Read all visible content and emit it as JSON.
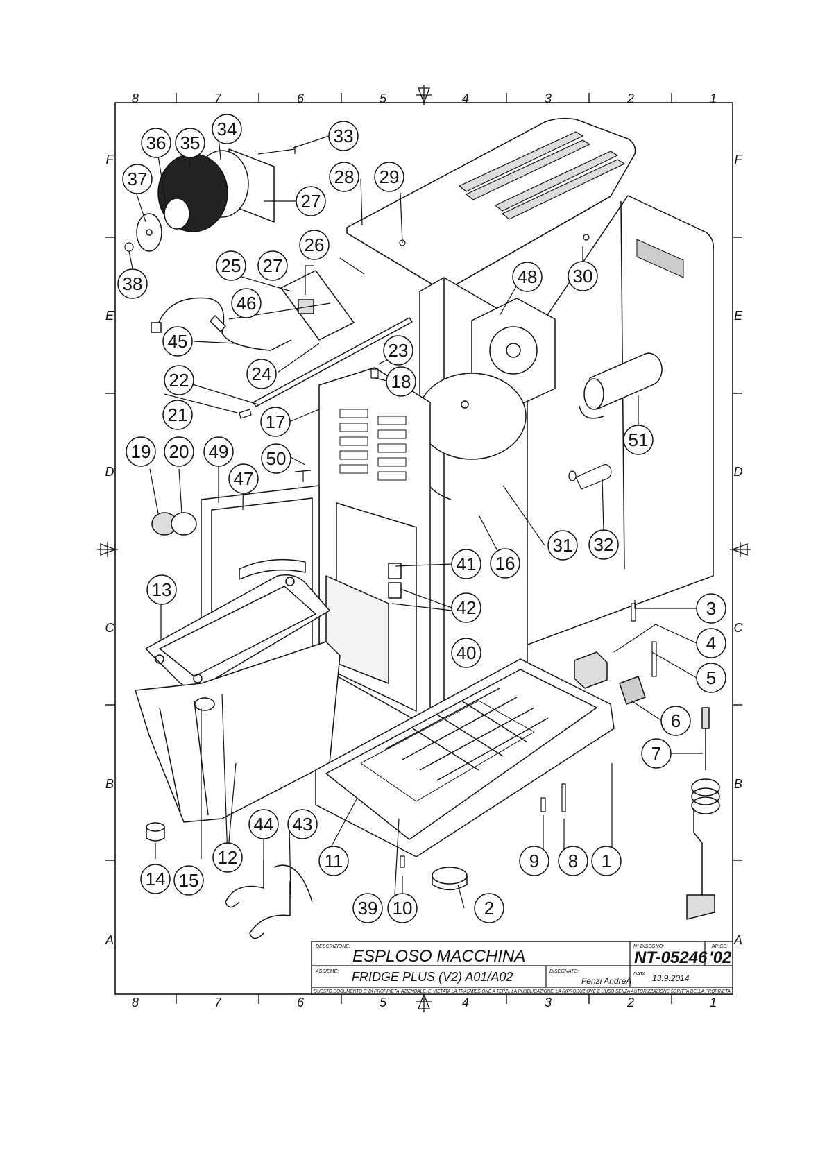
{
  "grid": {
    "columns_top": [
      "8",
      "7",
      "6",
      "5",
      "4",
      "3",
      "2",
      "1"
    ],
    "columns_bottom": [
      "8",
      "7",
      "6",
      "5",
      "4",
      "3",
      "2",
      "1"
    ],
    "rows_left": [
      "F",
      "E",
      "D",
      "C",
      "B",
      "A"
    ],
    "rows_right": [
      "F",
      "E",
      "D",
      "C",
      "B",
      "A"
    ]
  },
  "callouts": [
    {
      "n": "1"
    },
    {
      "n": "2"
    },
    {
      "n": "3"
    },
    {
      "n": "4"
    },
    {
      "n": "5"
    },
    {
      "n": "6"
    },
    {
      "n": "7"
    },
    {
      "n": "8"
    },
    {
      "n": "9"
    },
    {
      "n": "10"
    },
    {
      "n": "11"
    },
    {
      "n": "12"
    },
    {
      "n": "13"
    },
    {
      "n": "14"
    },
    {
      "n": "15"
    },
    {
      "n": "16"
    },
    {
      "n": "17"
    },
    {
      "n": "18"
    },
    {
      "n": "19"
    },
    {
      "n": "20"
    },
    {
      "n": "21"
    },
    {
      "n": "22"
    },
    {
      "n": "23"
    },
    {
      "n": "24"
    },
    {
      "n": "25"
    },
    {
      "n": "26"
    },
    {
      "n": "27"
    },
    {
      "n": "27"
    },
    {
      "n": "28"
    },
    {
      "n": "29"
    },
    {
      "n": "30"
    },
    {
      "n": "31"
    },
    {
      "n": "32"
    },
    {
      "n": "33"
    },
    {
      "n": "34"
    },
    {
      "n": "35"
    },
    {
      "n": "36"
    },
    {
      "n": "37"
    },
    {
      "n": "38"
    },
    {
      "n": "39"
    },
    {
      "n": "40"
    },
    {
      "n": "41"
    },
    {
      "n": "42"
    },
    {
      "n": "43"
    },
    {
      "n": "44"
    },
    {
      "n": "45"
    },
    {
      "n": "46"
    },
    {
      "n": "47"
    },
    {
      "n": "48"
    },
    {
      "n": "49"
    },
    {
      "n": "50"
    },
    {
      "n": "51"
    }
  ],
  "title_block": {
    "descrizione_label": "DESCRIZIONE:",
    "descrizione": "ESPLOSO MACCHINA",
    "assieme_label": "ASSIEME:",
    "assieme": "FRIDGE PLUS (V2) A01/A02",
    "disegnato_label": "DISEGNATO:",
    "disegnato": "Fenzi AndreA",
    "n_disegno_label": "N° DISEGNO:",
    "n_disegno": "NT-05246",
    "apice_label": "APICE:",
    "apice": "'02",
    "data_label": "DATA:",
    "data": "13.9.2014",
    "disclaimer": "QUESTO DOCUMENTO E' DI PROPRIETA' AZIENDALE, E' VIETATA LA TRASMISSIONE A TERZI, LA PUBBLICAZIONE, LA RIPRODUZIONE E L'USO SENZA AUTORIZZAZIONE SCRITTA DELLA PROPRIETA'"
  }
}
